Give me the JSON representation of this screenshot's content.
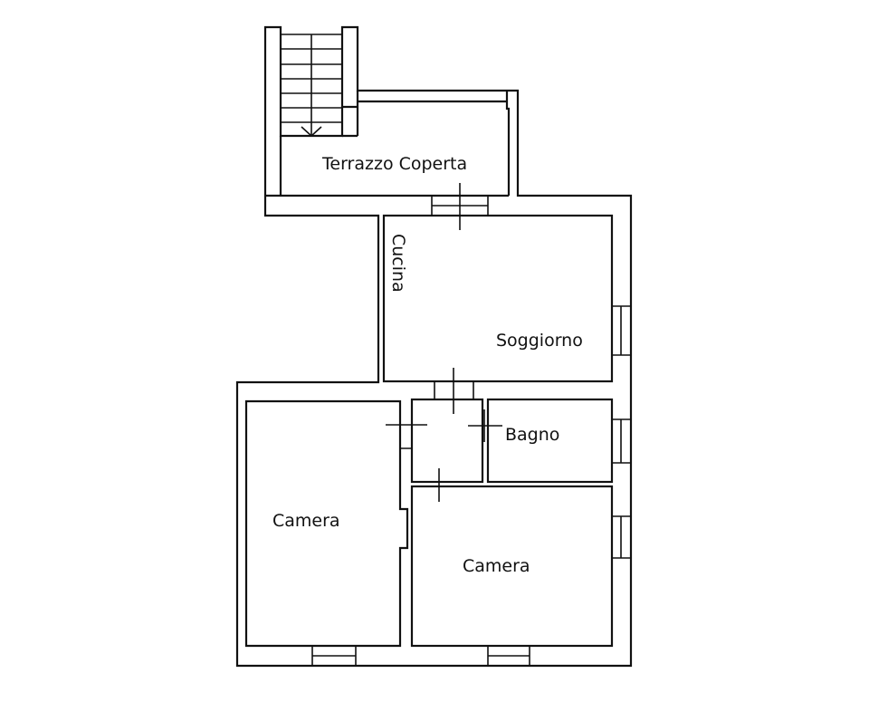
{
  "rooms": {
    "terrace": "Terrazzo  Coperta",
    "kitchen": "Cucina",
    "living": "Soggiorno",
    "bath": "Bagno",
    "bedroom_left": "Camera",
    "bedroom_right": "Camera"
  },
  "colors": {
    "line": "#111111",
    "background": "#ffffff"
  }
}
